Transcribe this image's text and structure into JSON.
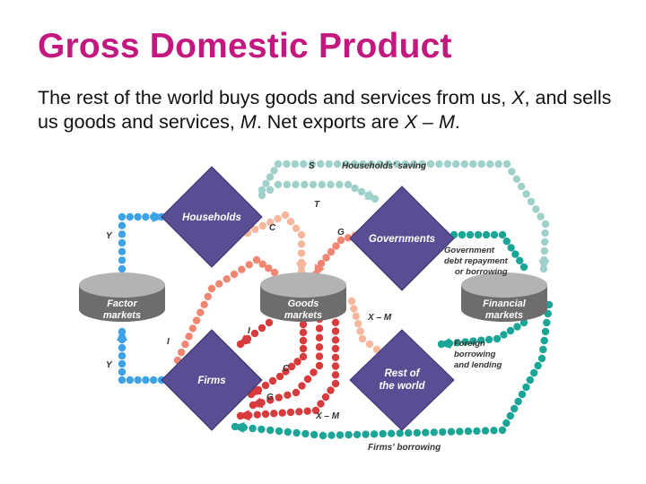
{
  "slide": {
    "title": "Gross Domestic Product",
    "subtitle_parts": {
      "p1": "The rest of the world buys goods and services from us, ",
      "x": "X",
      "p2": ", and sells us goods and services, ",
      "m": "M",
      "p3": ". Net exports are ",
      "xm": "X – M",
      "p4": "."
    }
  },
  "diagram": {
    "nodes": {
      "households": "Households",
      "governments": "Governments",
      "firms": "Firms",
      "rest_of_world_1": "Rest of",
      "rest_of_world_2": "the world",
      "factor_markets_1": "Factor",
      "factor_markets_2": "markets",
      "goods_markets_1": "Goods",
      "goods_markets_2": "markets",
      "financial_markets_1": "Financial",
      "financial_markets_2": "markets"
    },
    "flow_labels": {
      "s": "S",
      "households_saving": "Households' saving",
      "t": "T",
      "y_top": "Y",
      "y_bottom": "Y",
      "c_top": "C",
      "g_top": "G",
      "gov_debt_1": "Government",
      "gov_debt_2": "debt repayment",
      "gov_debt_3": "or borrowing",
      "x_minus_m_mid": "X – M",
      "i_left": "I",
      "i_right": "I",
      "c_bottom": "C",
      "g_bottom": "G",
      "x_minus_m_bottom": "X – M",
      "foreign_1": "Foreign",
      "foreign_2": "borrowing",
      "foreign_3": "and lending",
      "firms_borrowing": "Firms' borrowing"
    },
    "colors": {
      "node_fill": "#5b4d94",
      "node_edge": "#3c3070",
      "disk_top": "#b3b3b3",
      "disk_side": "#6d6d6d",
      "blue_dots": "#3fa2e6",
      "teal_dots": "#1aa597",
      "light_teal_dots": "#9fd0c9",
      "red_dots": "#d83b3b",
      "salmon_dots": "#f08572",
      "peach_dots": "#f6b79c"
    }
  }
}
